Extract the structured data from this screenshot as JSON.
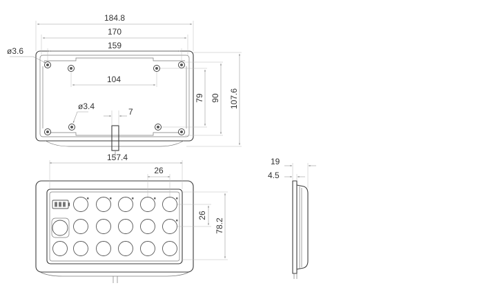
{
  "drawing": {
    "top_view": {
      "overall_width": "184.8",
      "mount_width": "170",
      "inner_width": "159",
      "inner_hole_spacing": "104",
      "outer_hole_diameter": "ø3.6",
      "inner_hole_diameter": "ø3.4",
      "cable_offset": "7",
      "hole_vertical_spacing": "79",
      "mount_height": "90",
      "overall_height": "107.6"
    },
    "front_view": {
      "lens_width": "157.4",
      "lamp_pitch_h": "26",
      "lamp_pitch_v": "26",
      "lens_height": "78.2"
    },
    "side_view": {
      "depth": "19",
      "flange_thickness": "4.5"
    }
  },
  "colors": {
    "line": "#3a3a3a",
    "dimension": "#9a9a9a",
    "text": "#333333"
  }
}
